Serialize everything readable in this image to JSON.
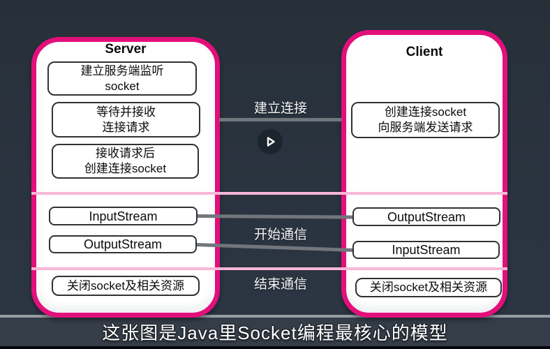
{
  "colors": {
    "accent_pink": "#e30f7b",
    "light_pink": "#f8b7d8",
    "connector_gray": "#71767d",
    "node_border": "#2e3236",
    "background_top": "#273039",
    "background_mid": "#2a3440",
    "background_bottom": "#2c3644",
    "caption_bg": "#353d49",
    "strip_gray": "#969ca2"
  },
  "server": {
    "title": "Server",
    "steps": [
      "建立服务端监听\nsocket",
      "等待并接收\n连接请求",
      "接收请求后\n创建连接socket"
    ],
    "streams": [
      "InputStream",
      "OutputStream"
    ],
    "close": "关闭socket及相关资源"
  },
  "client": {
    "title": "Client",
    "steps": [
      "创建连接socket\n向服务端发送请求"
    ],
    "streams": [
      "OutputStream",
      "InputStream"
    ],
    "close": "关闭socket及相关资源"
  },
  "connections": {
    "establish": "建立连接",
    "communicate": "开始通信",
    "terminate": "结束通信"
  },
  "player": {
    "icon": "play-icon"
  },
  "caption": {
    "text": "这张图是Java里Socket编程最核心的模型"
  }
}
